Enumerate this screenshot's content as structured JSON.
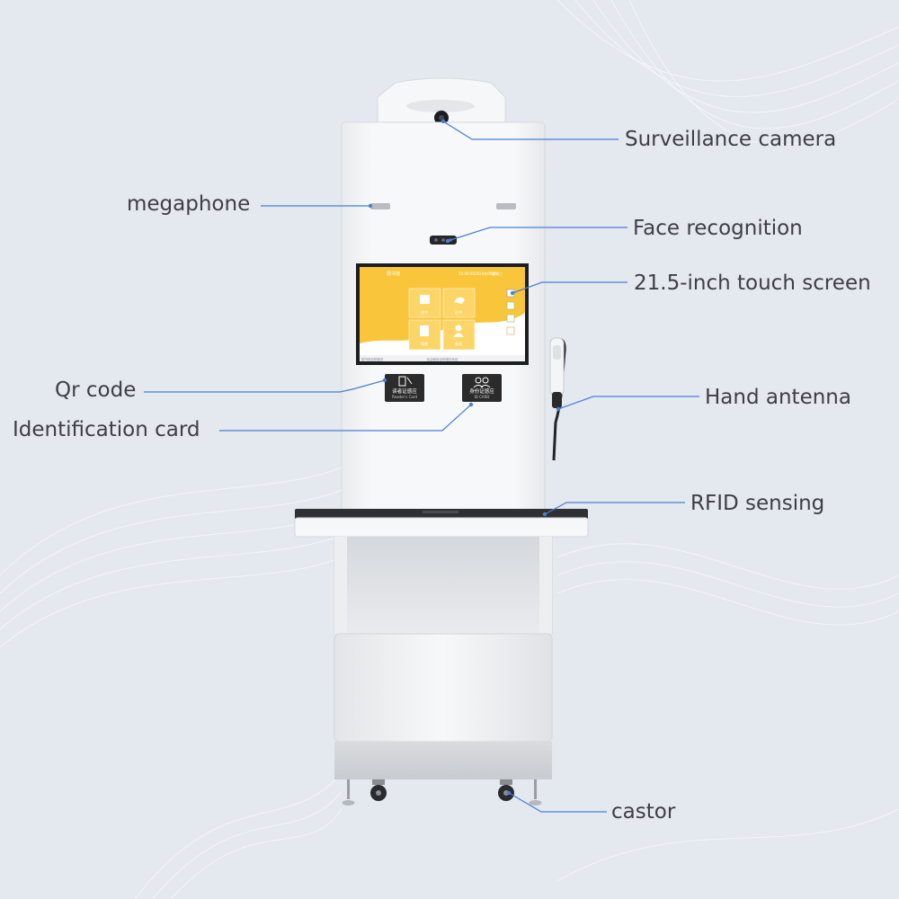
{
  "colors": {
    "background": "#e4e8ef",
    "leader_line": "#4a7fd0",
    "label_text": "#3c3f44",
    "kiosk_body": "#f4f5f7",
    "screen_accent": "#f9c53a",
    "reader_panel": "#2b2b2b"
  },
  "labels": {
    "surveillance_camera": "Surveillance camera",
    "megaphone": "megaphone",
    "face_recognition": "Face recognition",
    "touch_screen": "21.5-inch touch screen",
    "qr_code": "Qr code",
    "identification_card": "Identification card",
    "hand_antenna": "Hand antenna",
    "rfid_sensing": "RFID sensing",
    "castor": "castor"
  },
  "kiosk": {
    "screen": {
      "app_title": "图书馆",
      "status_items": [
        "15:00:00",
        "2024年06月",
        "星期三"
      ],
      "tiles": [
        {
          "label": "借书",
          "icon": "book-icon"
        },
        {
          "label": "还书",
          "icon": "return-icon"
        },
        {
          "label": "续借",
          "icon": "renew-icon"
        },
        {
          "label": "查询",
          "icon": "user-icon"
        }
      ],
      "footer_left": "图书馆自助服务",
      "footer_center": "欢迎使用自助借还系统"
    },
    "readers": {
      "reader_card_cn": "读者证感应",
      "reader_card_en": "Reader's Card",
      "id_card_cn": "身份证感应",
      "id_card_en": "ID CARD"
    },
    "icons": [
      "camera-icon",
      "qr-scan-icon",
      "id-card-icon",
      "speaker-grille-icon"
    ]
  }
}
